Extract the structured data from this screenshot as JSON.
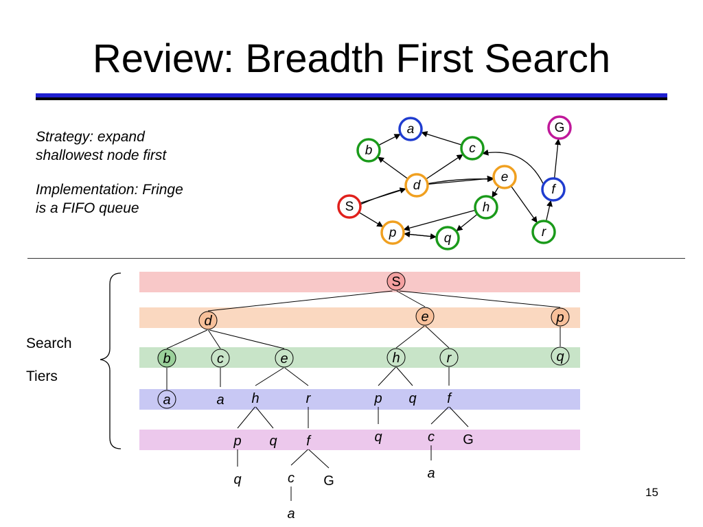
{
  "title": "Review: Breadth First Search",
  "strategy_text": "Strategy: expand shallowest node first",
  "implementation_text": "Implementation: Fringe is a FIFO queue",
  "tiers_label_1": "Search",
  "tiers_label_2": "Tiers",
  "page_number": "15",
  "colors": {
    "start_ring": "#e0201c",
    "goal_ring": "#c0189a",
    "blue_ring": "#1f3ccf",
    "green_ring": "#1a9a1a",
    "orange_ring": "#f0a020",
    "tier_0": "#f8c8c8",
    "tier_1": "#fad8c0",
    "tier_2": "#c8e4c8",
    "tier_3": "#c8c8f4",
    "tier_4": "#ecc8ec",
    "title_rule": "#1f1fd0"
  },
  "graph": {
    "nodes": [
      {
        "id": "a",
        "label": "a",
        "italic": true,
        "ring": "blue"
      },
      {
        "id": "b",
        "label": "b",
        "italic": true,
        "ring": "green"
      },
      {
        "id": "c",
        "label": "c",
        "italic": true,
        "ring": "green"
      },
      {
        "id": "d",
        "label": "d",
        "italic": true,
        "ring": "orange"
      },
      {
        "id": "e",
        "label": "e",
        "italic": true,
        "ring": "orange"
      },
      {
        "id": "f",
        "label": "f",
        "italic": true,
        "ring": "blue"
      },
      {
        "id": "G",
        "label": "G",
        "italic": false,
        "ring": "goal"
      },
      {
        "id": "S",
        "label": "S",
        "italic": false,
        "ring": "start"
      },
      {
        "id": "h",
        "label": "h",
        "italic": true,
        "ring": "green"
      },
      {
        "id": "p",
        "label": "p",
        "italic": true,
        "ring": "orange"
      },
      {
        "id": "q",
        "label": "q",
        "italic": true,
        "ring": "green"
      },
      {
        "id": "r",
        "label": "r",
        "italic": true,
        "ring": "green"
      }
    ],
    "edges": [
      [
        "b",
        "a"
      ],
      [
        "c",
        "a"
      ],
      [
        "d",
        "b"
      ],
      [
        "d",
        "c"
      ],
      [
        "d",
        "e"
      ],
      [
        "S",
        "d"
      ],
      [
        "S",
        "e"
      ],
      [
        "S",
        "p"
      ],
      [
        "e",
        "h"
      ],
      [
        "e",
        "r"
      ],
      [
        "h",
        "p"
      ],
      [
        "h",
        "q"
      ],
      [
        "p",
        "q"
      ],
      [
        "r",
        "f"
      ],
      [
        "f",
        "c"
      ],
      [
        "f",
        "G"
      ],
      [
        "q",
        "p"
      ]
    ]
  },
  "tree": {
    "nodes": [
      {
        "id": "t_S",
        "label": "S",
        "italic": false,
        "circle": true,
        "fill": "#f4a0a0"
      },
      {
        "id": "t_d",
        "label": "d",
        "italic": true,
        "circle": true,
        "fill": "#f8c09a"
      },
      {
        "id": "t_e",
        "label": "e",
        "italic": true,
        "circle": true,
        "fill": "#f8c09a"
      },
      {
        "id": "t_p",
        "label": "p",
        "italic": true,
        "circle": true,
        "fill": "#f8c09a"
      },
      {
        "id": "t_b",
        "label": "b",
        "italic": true,
        "circle": true,
        "fill": "#9ad09a"
      },
      {
        "id": "t_c",
        "label": "c",
        "italic": true,
        "circle": true,
        "fill": "#c8e4c8"
      },
      {
        "id": "t_e2",
        "label": "e",
        "italic": true,
        "circle": true,
        "fill": "#c8e4c8"
      },
      {
        "id": "t_h",
        "label": "h",
        "italic": true,
        "circle": true,
        "fill": "#c8e4c8"
      },
      {
        "id": "t_r",
        "label": "r",
        "italic": true,
        "circle": true,
        "fill": "#c8e4c8"
      },
      {
        "id": "t_q",
        "label": "q",
        "italic": true,
        "circle": true,
        "fill": "#c8e4c8"
      },
      {
        "id": "t_a",
        "label": "a",
        "italic": true,
        "circle": true,
        "fill": "#c8c8f4"
      },
      {
        "id": "t_a2",
        "label": "a",
        "italic": true,
        "circle": false
      },
      {
        "id": "t_h2",
        "label": "h",
        "italic": true,
        "circle": false
      },
      {
        "id": "t_r2",
        "label": "r",
        "italic": true,
        "circle": false
      },
      {
        "id": "t_p2",
        "label": "p",
        "italic": true,
        "circle": false
      },
      {
        "id": "t_q2",
        "label": "q",
        "italic": true,
        "circle": false
      },
      {
        "id": "t_f",
        "label": "f",
        "italic": true,
        "circle": false
      },
      {
        "id": "t_p3",
        "label": "p",
        "italic": true,
        "circle": false
      },
      {
        "id": "t_q3",
        "label": "q",
        "italic": true,
        "circle": false
      },
      {
        "id": "t_f2",
        "label": "f",
        "italic": true,
        "circle": false
      },
      {
        "id": "t_q4",
        "label": "q",
        "italic": true,
        "circle": false
      },
      {
        "id": "t_c2",
        "label": "c",
        "italic": true,
        "circle": false
      },
      {
        "id": "t_G",
        "label": "G",
        "italic": false,
        "circle": false
      },
      {
        "id": "t_q5",
        "label": "q",
        "italic": true,
        "circle": false
      },
      {
        "id": "t_c3",
        "label": "c",
        "italic": true,
        "circle": false
      },
      {
        "id": "t_G2",
        "label": "G",
        "italic": false,
        "circle": false
      },
      {
        "id": "t_a3",
        "label": "a",
        "italic": true,
        "circle": false
      },
      {
        "id": "t_a4",
        "label": "a",
        "italic": true,
        "circle": false
      }
    ],
    "edges": [
      [
        "t_S",
        "t_d"
      ],
      [
        "t_S",
        "t_e"
      ],
      [
        "t_S",
        "t_p"
      ],
      [
        "t_d",
        "t_b"
      ],
      [
        "t_d",
        "t_c"
      ],
      [
        "t_d",
        "t_e2"
      ],
      [
        "t_e",
        "t_h"
      ],
      [
        "t_e",
        "t_r"
      ],
      [
        "t_p",
        "t_q"
      ],
      [
        "t_b",
        "t_a"
      ],
      [
        "t_c",
        "t_a2"
      ],
      [
        "t_e2",
        "t_h2"
      ],
      [
        "t_e2",
        "t_r2"
      ],
      [
        "t_h",
        "t_p2"
      ],
      [
        "t_h",
        "t_q2"
      ],
      [
        "t_r",
        "t_f"
      ],
      [
        "t_h2",
        "t_p3"
      ],
      [
        "t_h2",
        "t_q3"
      ],
      [
        "t_r2",
        "t_f2"
      ],
      [
        "t_p2",
        "t_q4"
      ],
      [
        "t_f",
        "t_c2"
      ],
      [
        "t_f",
        "t_G"
      ],
      [
        "t_p3",
        "t_q5"
      ],
      [
        "t_f2",
        "t_c3"
      ],
      [
        "t_f2",
        "t_G2"
      ],
      [
        "t_c2",
        "t_a3"
      ],
      [
        "t_c3",
        "t_a4"
      ]
    ]
  }
}
